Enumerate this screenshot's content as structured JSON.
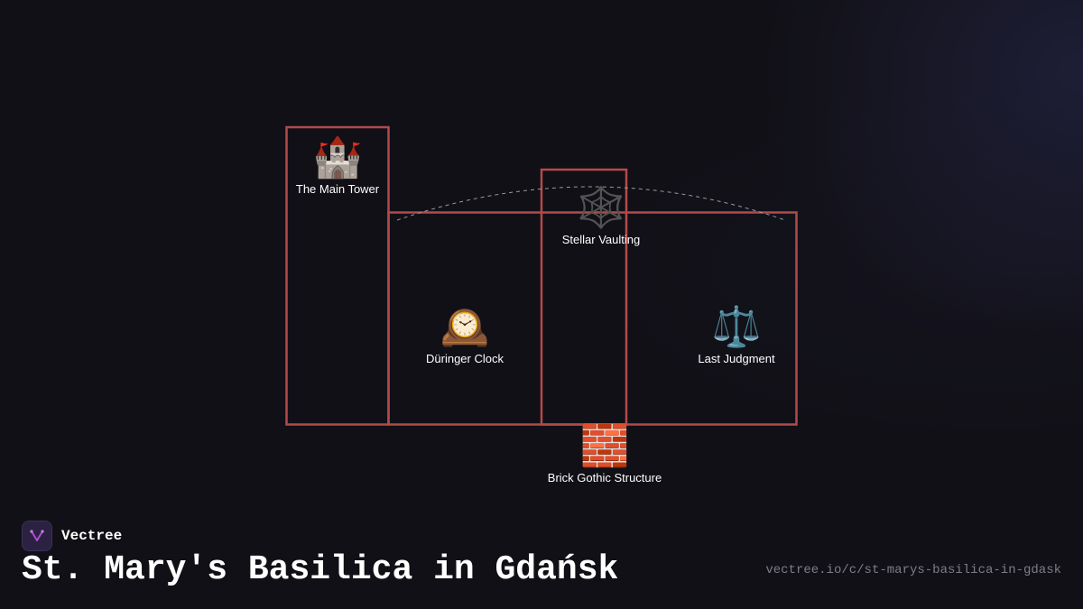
{
  "brand": {
    "name": "Vectree"
  },
  "page": {
    "title": "St. Mary's Basilica in Gdańsk",
    "url": "vectree.io/c/st-marys-basilica-in-gdask"
  },
  "features": [
    {
      "id": "main-tower",
      "icon": "castle-icon",
      "glyph": "🏰",
      "label": "The Main Tower"
    },
    {
      "id": "stellar-vaulting",
      "icon": "web-icon",
      "glyph": "🕸️",
      "label": "Stellar Vaulting"
    },
    {
      "id": "duringer-clock",
      "icon": "clock-icon",
      "glyph": "🕰️",
      "label": "Düringer Clock"
    },
    {
      "id": "last-judgment",
      "icon": "scales-icon",
      "glyph": "⚖️",
      "label": "Last Judgment"
    },
    {
      "id": "brick-gothic",
      "icon": "brick-icon",
      "glyph": "🧱",
      "label": "Brick Gothic Structure"
    }
  ],
  "colors": {
    "background": "#111016",
    "outline": "#b34a4a",
    "arc": "#9a9aa3",
    "text": "#ffffff",
    "url": "#7d7d86",
    "logo_accent": "#b04ad8"
  }
}
